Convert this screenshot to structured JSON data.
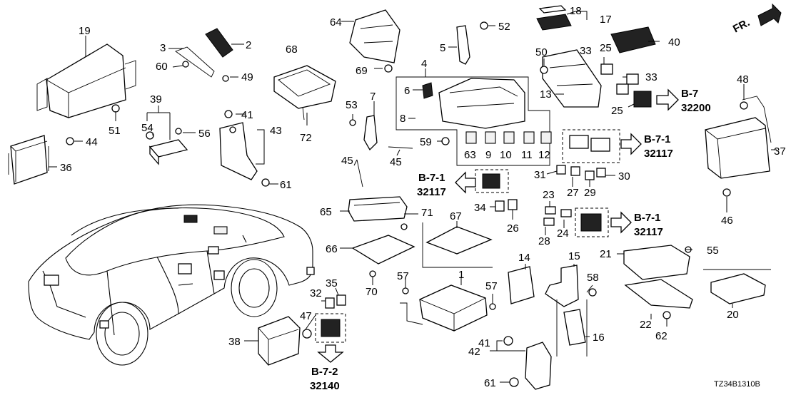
{
  "caption": "TZ34B1310B",
  "fr_label": "FR.",
  "callouts": [
    "1",
    "2",
    "3",
    "4",
    "5",
    "6",
    "7",
    "8",
    "9",
    "10",
    "11",
    "12",
    "13",
    "14",
    "15",
    "16",
    "17",
    "18",
    "19",
    "20",
    "21",
    "22",
    "23",
    "24",
    "25",
    "26",
    "27",
    "28",
    "29",
    "30",
    "31",
    "32",
    "33",
    "34",
    "35",
    "36",
    "37",
    "38",
    "39",
    "40",
    "41",
    "42",
    "43",
    "44",
    "45",
    "46",
    "47",
    "48",
    "49",
    "50",
    "51",
    "52",
    "53",
    "54",
    "55",
    "56",
    "57",
    "58",
    "59",
    "60",
    "61",
    "62",
    "63",
    "64",
    "65",
    "66",
    "67",
    "68",
    "69",
    "70",
    "71",
    "72"
  ],
  "references": [
    {
      "page": "B-7",
      "code": "32200"
    },
    {
      "page": "B-7-1",
      "code": "32117"
    },
    {
      "page": "B-7-1",
      "code": "32117"
    },
    {
      "page": "B-7-1",
      "code": "32117"
    },
    {
      "page": "B-7-2",
      "code": "32140"
    }
  ]
}
